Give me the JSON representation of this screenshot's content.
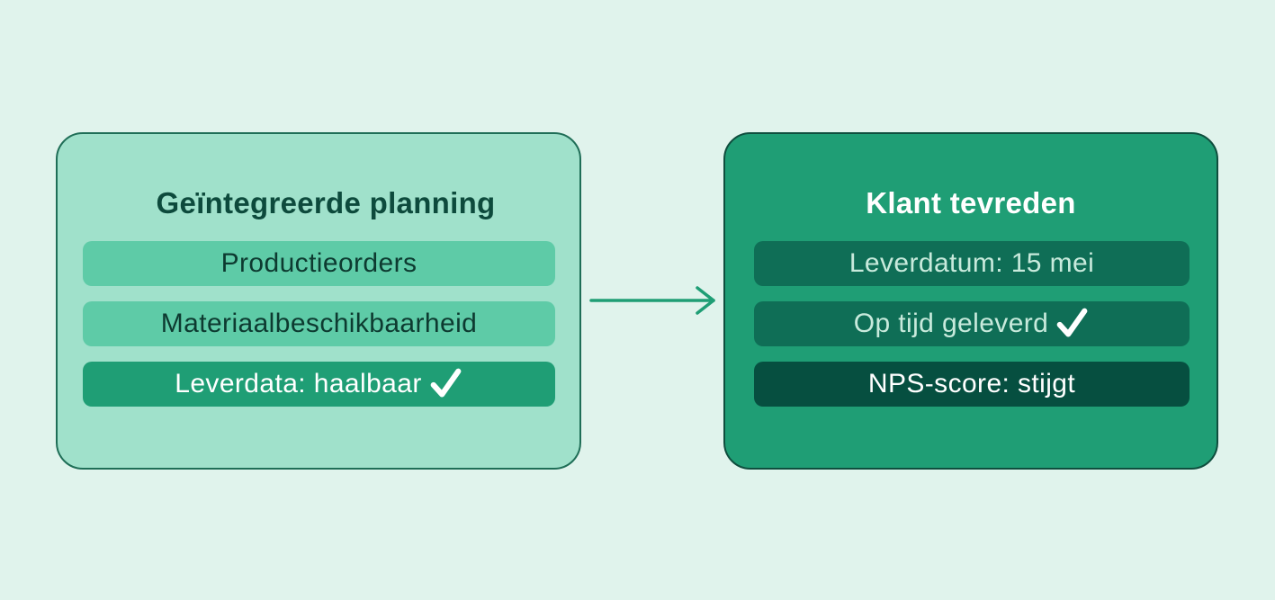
{
  "left_panel": {
    "title": "Geïntegreerde planning",
    "items": [
      {
        "label": "Productieorders"
      },
      {
        "label": "Materiaalbeschikbaarheid"
      },
      {
        "label": "Leverdata: haalbaar",
        "icon": "checkmark-icon"
      }
    ]
  },
  "right_panel": {
    "title": "Klant tevreden",
    "items": [
      {
        "label": "Leverdatum: 15 mei"
      },
      {
        "label": "Op tijd geleverd",
        "icon": "checkmark-icon"
      },
      {
        "label": "NPS-score: stijgt"
      }
    ]
  },
  "connector": {
    "icon": "arrow-right-icon"
  },
  "colors": {
    "background": "#e0f3ec",
    "left_panel_fill": "#a0e1cb",
    "right_panel_fill": "#1f9e75",
    "accent": "#1f9e75",
    "dark_accent": "#0f6e56"
  }
}
